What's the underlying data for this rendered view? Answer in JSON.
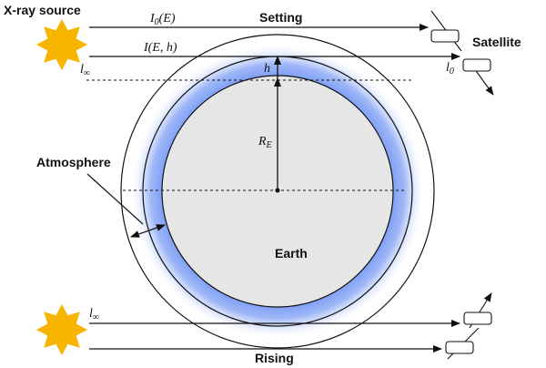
{
  "labels": {
    "xray_source": "X-ray source",
    "setting": "Setting",
    "satellite": "Satellite",
    "atmosphere": "Atmosphere",
    "earth": "Earth",
    "rising": "Rising"
  },
  "math": {
    "I0E_top": "I",
    "I0E_top_sub": "0",
    "I0E_top_rest": "(E)",
    "IEh": "I(E, h)",
    "l_inf_top": "l",
    "l_inf_top_sub": "∞",
    "l0": "l",
    "l0_sub": "0",
    "h": "h",
    "RE": "R",
    "RE_sub": "E",
    "l_inf_bottom": "l",
    "l_inf_bottom_sub": "∞"
  },
  "colors": {
    "sun": "#f7b500",
    "atmosphere_blue": "#7d9ff5",
    "earth_fill": "#e6e6e6",
    "line": "#111111"
  }
}
